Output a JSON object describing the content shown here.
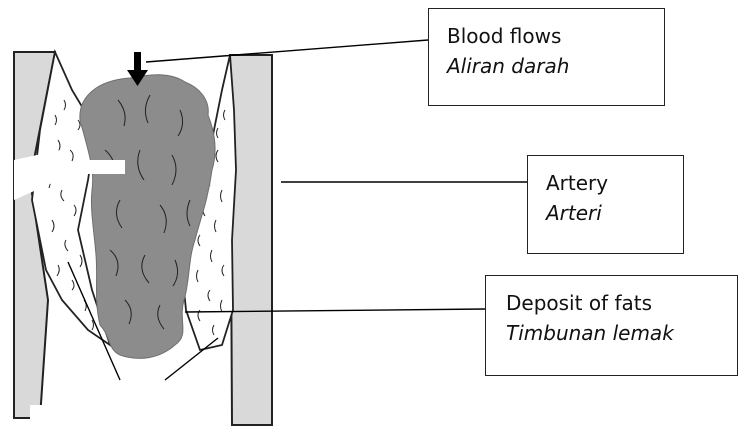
{
  "labels": {
    "blood_flow": {
      "en": "Blood flows",
      "ms": "Aliran darah"
    },
    "artery": {
      "en": "Artery",
      "ms": "Arteri"
    },
    "fat_deposit": {
      "en": "Deposit of fats",
      "ms": "Timbunan lemak"
    }
  },
  "colors": {
    "artery_wall": "#d9d9d9",
    "clot": "#8c8c8c",
    "outline": "#222222"
  }
}
